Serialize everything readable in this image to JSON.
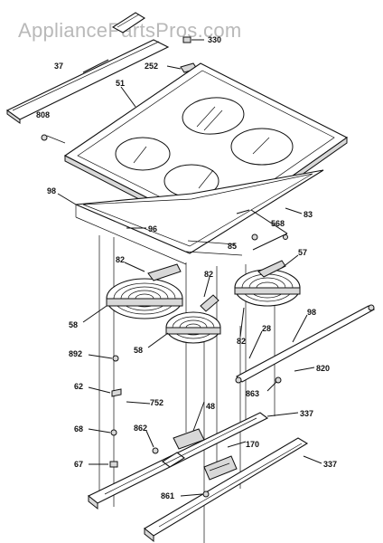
{
  "watermark": "AppliancePartsPros.com",
  "labels": {
    "l37": "37",
    "l330": "330",
    "l252": "252",
    "l51": "51",
    "l808": "808",
    "l98a": "98",
    "l96": "96",
    "l83": "83",
    "l568": "568",
    "l85": "85",
    "l57": "57",
    "l82a": "82",
    "l82b": "82",
    "l82c": "82",
    "l58a": "58",
    "l58b": "58",
    "l28": "28",
    "l98b": "98",
    "l820": "820",
    "l892": "892",
    "l863": "863",
    "l62": "62",
    "l752": "752",
    "l48": "48",
    "l337a": "337",
    "l862": "862",
    "l68": "68",
    "l170": "170",
    "l67": "67",
    "l337b": "337",
    "l861": "861"
  }
}
